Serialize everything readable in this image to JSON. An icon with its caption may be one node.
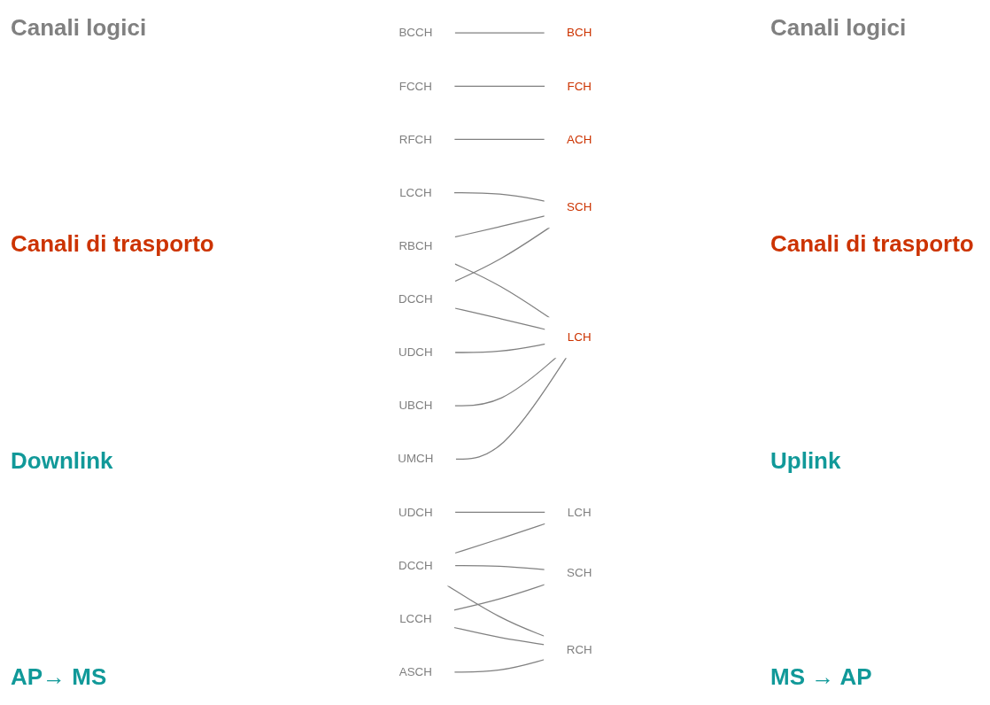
{
  "diagram": {
    "nodes": [
      {
        "text": [
          "BCCH"
        ]
      },
      {
        "text": [
          "FCCH"
        ]
      },
      {
        "text": [
          "RFCH"
        ]
      },
      {
        "text": [
          "LCCH"
        ]
      },
      {
        "text": [
          "RBCH"
        ]
      },
      {
        "text": [
          "DCCH"
        ]
      },
      {
        "text": [
          "UDCH"
        ]
      },
      {
        "text": [
          "UBCH"
        ]
      },
      {
        "text": [
          "UMCH"
        ]
      },
      {
        "text": [
          "BCH"
        ]
      },
      {
        "text": [
          "FCH"
        ]
      },
      {
        "text": [
          "ACH"
        ]
      },
      {
        "text": [
          "SCH"
        ]
      },
      {
        "text": [
          "LCH"
        ]
      },
      {
        "text": [
          "UDCH"
        ]
      },
      {
        "text": [
          "DCCH"
        ]
      },
      {
        "text": [
          "LCCH"
        ]
      },
      {
        "text": [
          "ASCH"
        ]
      },
      {
        "text": [
          "LCH"
        ]
      },
      {
        "text": [
          "SCH"
        ]
      },
      {
        "text": [
          "RCH"
        ]
      }
    ],
    "edges": [
      {
        "from": 0,
        "to": 9,
        "arrow": "none"
      },
      {
        "from": 1,
        "to": 10,
        "arrow": "none"
      },
      {
        "from": 2,
        "to": 11,
        "arrow": "none"
      },
      {
        "from": 3,
        "to": 12,
        "arrow": "none"
      },
      {
        "from": 4,
        "to": 12,
        "arrow": "none"
      },
      {
        "from": 4,
        "to": 13,
        "arrow": "none"
      },
      {
        "from": 5,
        "to": 12,
        "arrow": "none"
      },
      {
        "from": 5,
        "to": 13,
        "arrow": "none"
      },
      {
        "from": 6,
        "to": 13,
        "arrow": "none"
      },
      {
        "from": 7,
        "to": 13,
        "arrow": "none"
      },
      {
        "from": 8,
        "to": 13,
        "arrow": "none"
      },
      {
        "from": 14,
        "to": 18,
        "arrow": "none"
      },
      {
        "from": 15,
        "to": 18,
        "arrow": "none"
      },
      {
        "from": 15,
        "to": 19,
        "arrow": "none"
      },
      {
        "from": 15,
        "to": 20,
        "arrow": "none"
      },
      {
        "from": 16,
        "to": 19,
        "arrow": "none"
      },
      {
        "from": 16,
        "to": 20,
        "arrow": "none"
      },
      {
        "from": 17,
        "to": 20,
        "arrow": "none"
      }
    ],
    "labels": [
      "Canali logici",
      "Canali di trasporto",
      "Downlink",
      "AP→ MS",
      "Canali logici",
      "Canali di trasporto",
      "Uplink",
      "MS → AP"
    ]
  }
}
